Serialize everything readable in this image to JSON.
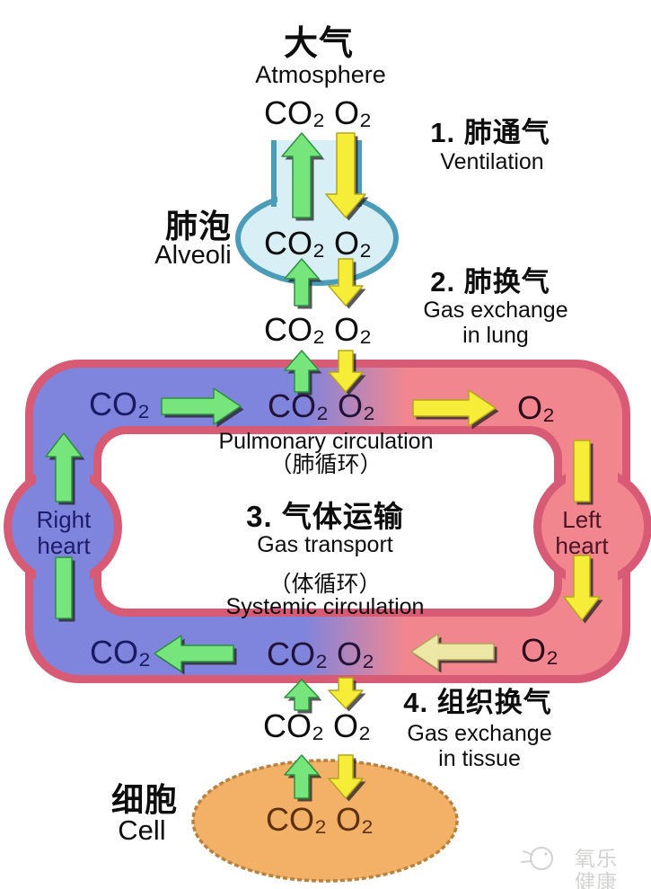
{
  "labels": {
    "atmosphere_zh": "大气",
    "atmosphere_en": "Atmosphere",
    "alveoli_zh": "肺泡",
    "alveoli_en": "Alveoli",
    "cell_zh": "细胞",
    "cell_en": "Cell",
    "right_heart": "Right\nheart",
    "left_heart": "Left\nheart",
    "pulmonary_en": "Pulmonary circulation",
    "pulmonary_zh": "（肺循环）",
    "systemic_zh": "（体循环）",
    "systemic_en": "Systemic circulation"
  },
  "gases": {
    "pair": "CO₂ O₂",
    "co2": "CO₂",
    "o2": "O₂"
  },
  "steps": {
    "s1_zh": "1. 肺通气",
    "s1_en": "Ventilation",
    "s2_zh": "2. 肺换气",
    "s2_en": "Gas exchange\nin lung",
    "s3_zh": "3. 气体运输",
    "s3_en": "Gas transport",
    "s4_zh": "4. 组织换气",
    "s4_en": "Gas exchange\nin tissue"
  },
  "watermark": {
    "text": "氧乐健康"
  },
  "colors": {
    "venous_blue": "#7f84dd",
    "arterial_pink": "#f2868f",
    "vessel_border": "#d85b76",
    "alveolus_fill": "#d9eff6",
    "alveolus_border": "#4b9cb8",
    "cell_fill": "#f3b167",
    "cell_border": "#b9813f",
    "co2_arrow_green": "#76e57c",
    "o2_arrow_yellow": "#f5ed37",
    "o2_arrow_pale": "#ece7a4",
    "white": "#ffffff"
  }
}
